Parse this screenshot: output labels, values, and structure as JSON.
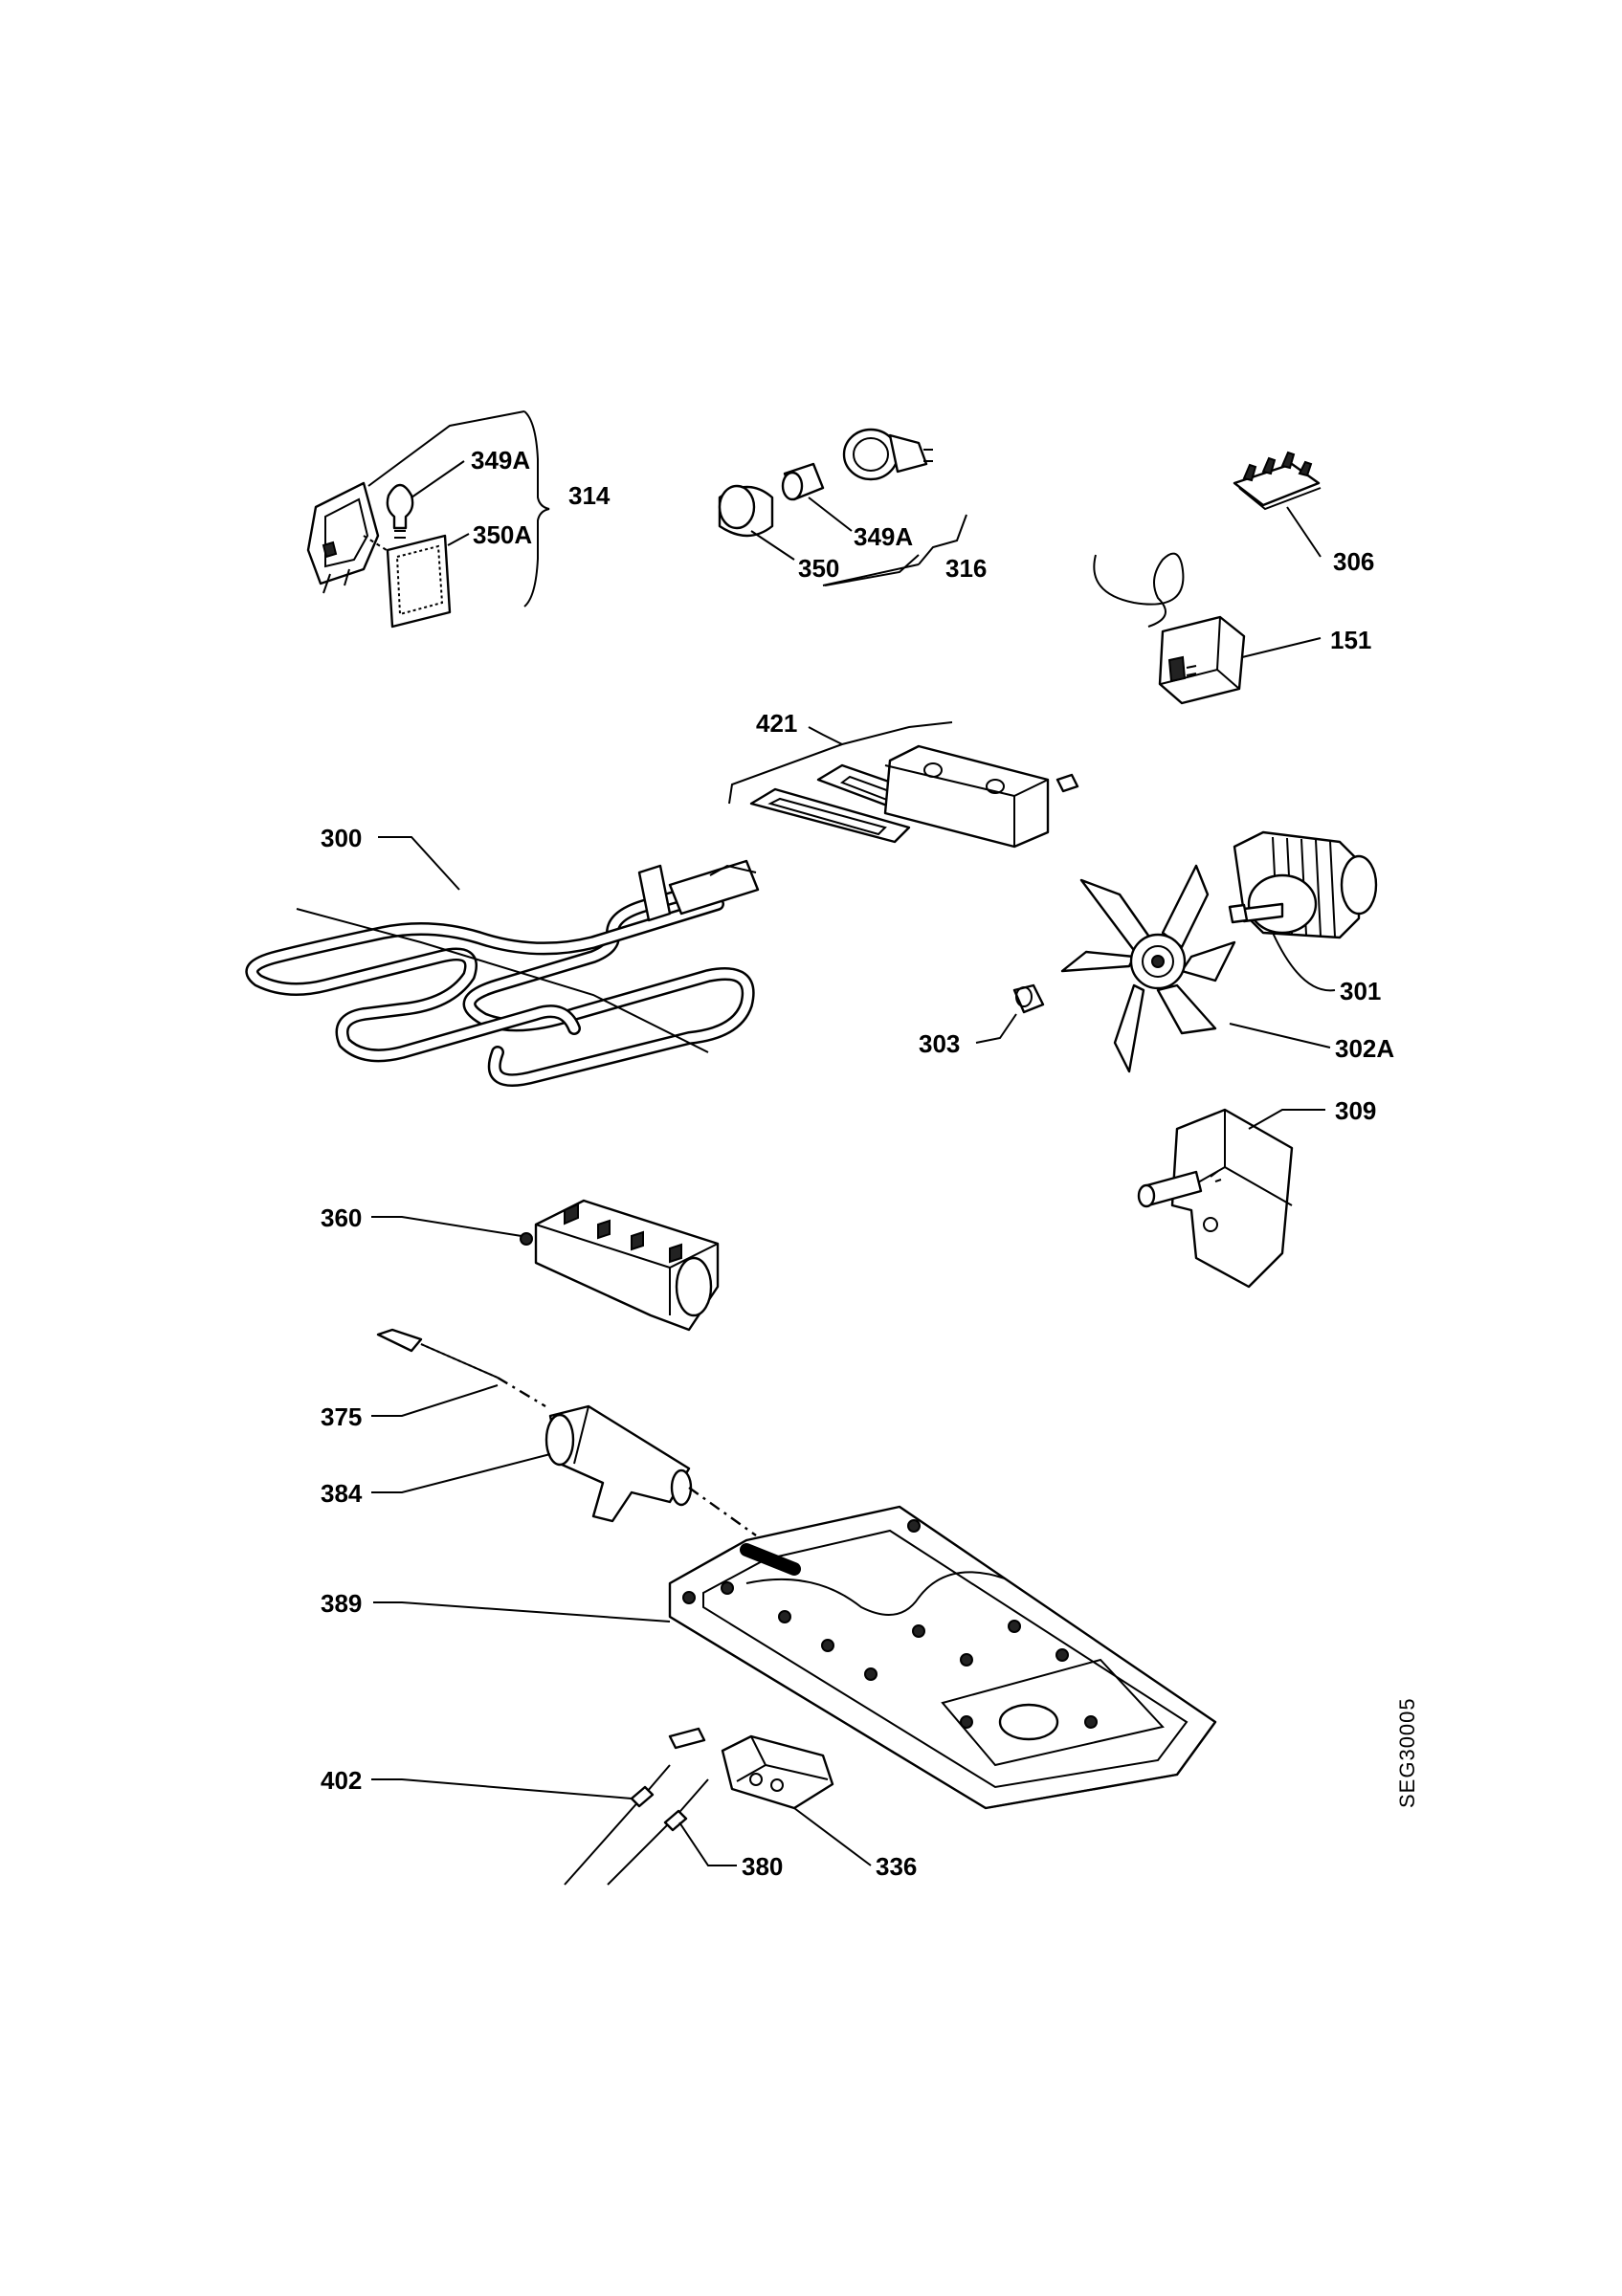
{
  "labels": {
    "p314": "314",
    "p349A_lamp": "349A",
    "p350A": "350A",
    "p349A_bulb": "349A",
    "p350": "350",
    "p316": "316",
    "p306": "306",
    "p151": "151",
    "p421": "421",
    "p300": "300",
    "p301": "301",
    "p303": "303",
    "p302A": "302A",
    "p309": "309",
    "p360": "360",
    "p375": "375",
    "p384": "384",
    "p389": "389",
    "p402": "402",
    "p380": "380",
    "p336": "336"
  },
  "drawing_code": "SEG30005"
}
